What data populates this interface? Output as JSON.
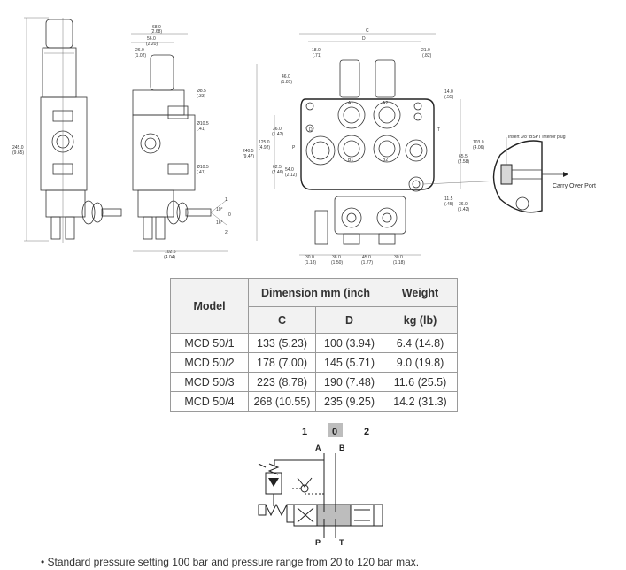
{
  "drawing_labels": {
    "d_68": "68.0",
    "d_68_in": "(2.68)",
    "d_56": "56.0",
    "d_56_in": "(2.20)",
    "d_26": "26.0",
    "d_26_in": "(1.02)",
    "d_c": "C",
    "d_d": "D",
    "d_18": "18.0",
    "d_18_in": "(.71)",
    "d_21": "21.0",
    "d_21_in": "(.82)",
    "d_46": "46.0",
    "d_46_in": "(1.81)",
    "d_14": "14.0",
    "d_14_in": "(.55)",
    "d_245": "245.0",
    "d_245_in": "(9.65)",
    "d_240": "240.5",
    "d_240_in": "(9.47)",
    "d_125": "125.0",
    "d_125_in": "(4.92)",
    "d_36": "36.0",
    "d_36_in": "(1.42)",
    "d_62": "62.5",
    "d_62_in": "(2.46)",
    "d_54": "54.0",
    "d_54_in": "(2.12)",
    "d_103": "103.0",
    "d_103_in": "(4.06)",
    "d_65": "65.5",
    "d_65_in": "(2.58)",
    "d_11": "11.5",
    "d_11_in": "(.45)",
    "d_36b": "36.0",
    "d_36b_in": "(1.42)",
    "d_85": "Ø8.5",
    "d_85_in": "(.33)",
    "d_105a": "Ø10.5",
    "d_105a_in": "(.41)",
    "d_105b": "Ø10.5",
    "d_105b_in": "(.41)",
    "d_1025": "102.5",
    "d_1025_in": "(4.04)",
    "ang_10": "10°",
    "ang_16": "16°",
    "pos_0": "0",
    "pos_1": "1",
    "pos_2": "2",
    "b_30": "30.0",
    "b_30_in": "(1.18)",
    "b_38": "38.0",
    "b_38_in": "(1.50)",
    "b_45": "45.0",
    "b_45_in": "(1.77)",
    "b_30b": "30.0",
    "b_30b_in": "(1.18)",
    "port_a1": "A1",
    "port_b1": "B1",
    "port_a2": "A2",
    "port_b2": "B2",
    "port_p": "P",
    "port_t": "T",
    "port_d": "D",
    "callout_insert": "Insert 3/8\" BSPT interior plug",
    "callout_carry": "Carry Over Port"
  },
  "table": {
    "headers": {
      "model": "Model",
      "dimension": "Dimension mm (inch",
      "weight": "Weight",
      "c": "C",
      "d": "D",
      "weight_unit": "kg (lb)"
    },
    "rows": [
      {
        "model": "MCD 50/1",
        "c": "133 (5.23)",
        "d": "100 (3.94)",
        "weight": "6.4 (14.8)"
      },
      {
        "model": "MCD 50/2",
        "c": "178 (7.00)",
        "d": "145 (5.71)",
        "weight": "9.0 (19.8)"
      },
      {
        "model": "MCD 50/3",
        "c": "223 (8.78)",
        "d": "190 (7.48)",
        "weight": "11.6 (25.5)"
      },
      {
        "model": "MCD 50/4",
        "c": "268 (10.55)",
        "d": "235 (9.25)",
        "weight": "14.2 (31.3)"
      }
    ]
  },
  "schematic": {
    "pos_1": "1",
    "pos_0": "0",
    "pos_2": "2",
    "port_a": "A",
    "port_b": "B",
    "port_p": "P",
    "port_t": "T"
  },
  "note": "• Standard pressure setting 100 bar and pressure range from 20 to 120 bar max.",
  "colors": {
    "highlight": "#bdbdbd",
    "line": "#222222",
    "table_border": "#9a9a9a"
  }
}
